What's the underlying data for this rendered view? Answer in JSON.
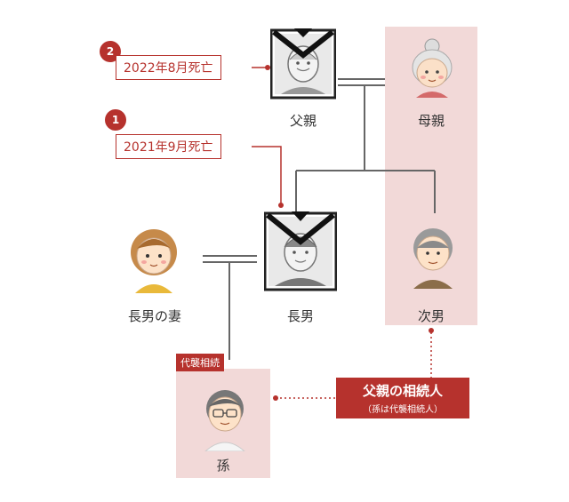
{
  "people": {
    "father": "父親",
    "mother": "母親",
    "eldest_son": "長男",
    "eldest_son_wife": "長男の妻",
    "second_son": "次男",
    "grandchild": "孫"
  },
  "events": [
    {
      "number": "2",
      "text": "2022年8月死亡"
    },
    {
      "number": "1",
      "text": "2021年9月死亡"
    }
  ],
  "tags": {
    "substitute_inheritance": "代襲相続"
  },
  "heirs_box": {
    "title": "父親の相続人",
    "subtitle": "（孫は代襲相続人）"
  },
  "colors": {
    "accent": "#b6322d",
    "highlight": "#f2d9d8",
    "line": "#666666"
  }
}
